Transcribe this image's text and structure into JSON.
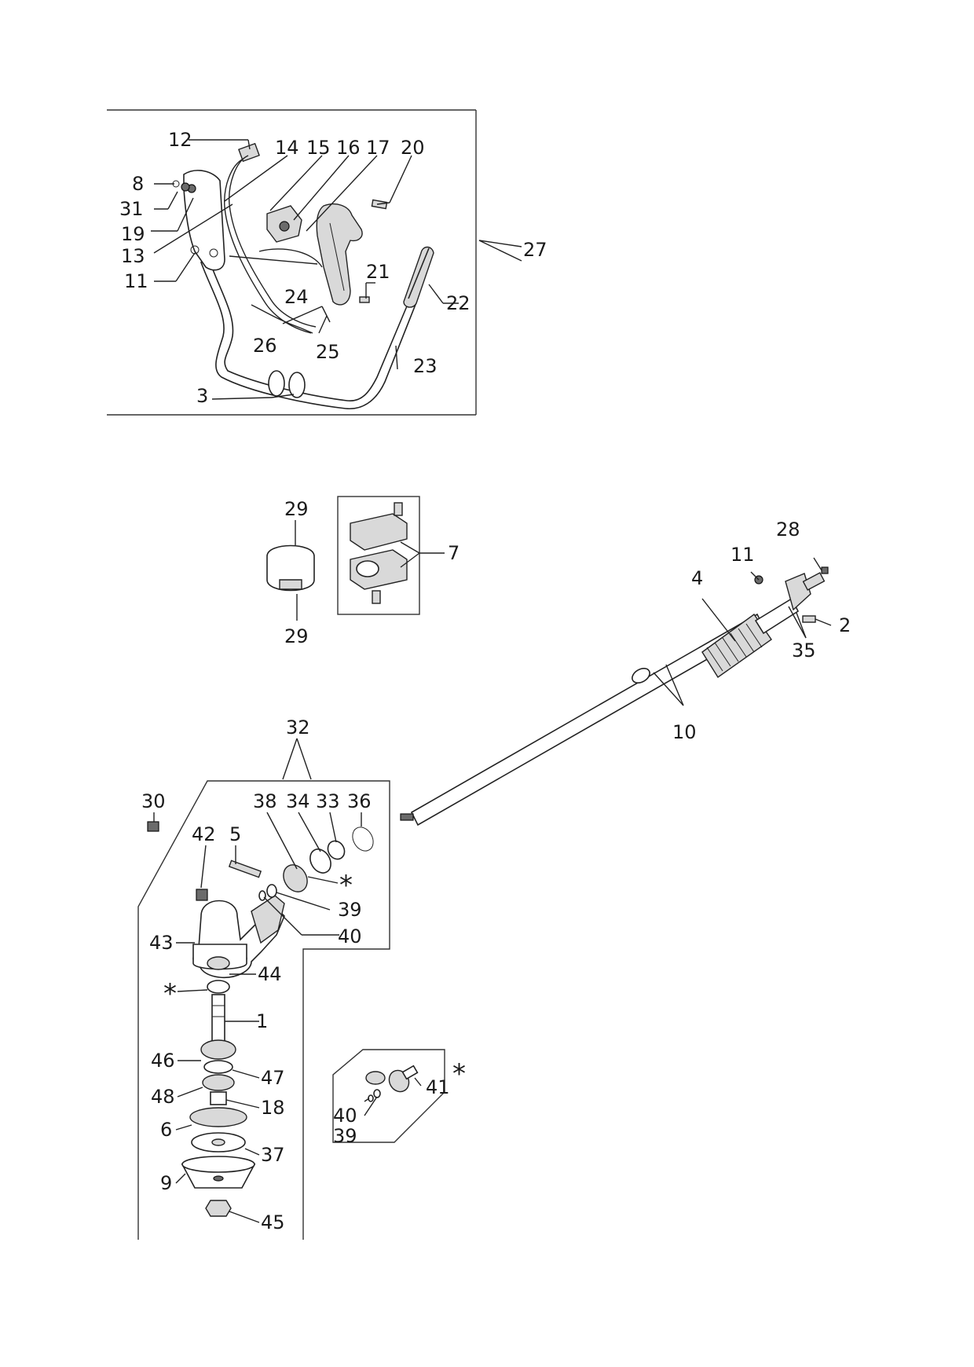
{
  "labels": {
    "l1": "1",
    "l2": "2",
    "l3": "3",
    "l4": "4",
    "l5": "5",
    "l6": "6",
    "l7": "7",
    "l8": "8",
    "l9": "9",
    "l10": "10",
    "l11a": "11",
    "l11b": "11",
    "l12": "12",
    "l13": "13",
    "l14": "14",
    "l15": "15",
    "l16": "16",
    "l17": "17",
    "l18": "18",
    "l19": "19",
    "l20": "20",
    "l21": "21",
    "l22": "22",
    "l23": "23",
    "l24": "24",
    "l25": "25",
    "l26": "26",
    "l27": "27",
    "l28": "28",
    "l29a": "29",
    "l29b": "29",
    "l30": "30",
    "l31": "31",
    "l32": "32",
    "l33": "33",
    "l34": "34",
    "l35": "35",
    "l36": "36",
    "l37": "37",
    "l38": "38",
    "l39a": "39",
    "l39b": "39",
    "l40a": "40",
    "l40b": "40",
    "l41": "41",
    "l42": "42",
    "l43": "43",
    "l44": "44",
    "l45": "45",
    "l46": "46",
    "l47": "47",
    "l48": "48",
    "star1": "*",
    "star2": "*",
    "star3": "*"
  }
}
